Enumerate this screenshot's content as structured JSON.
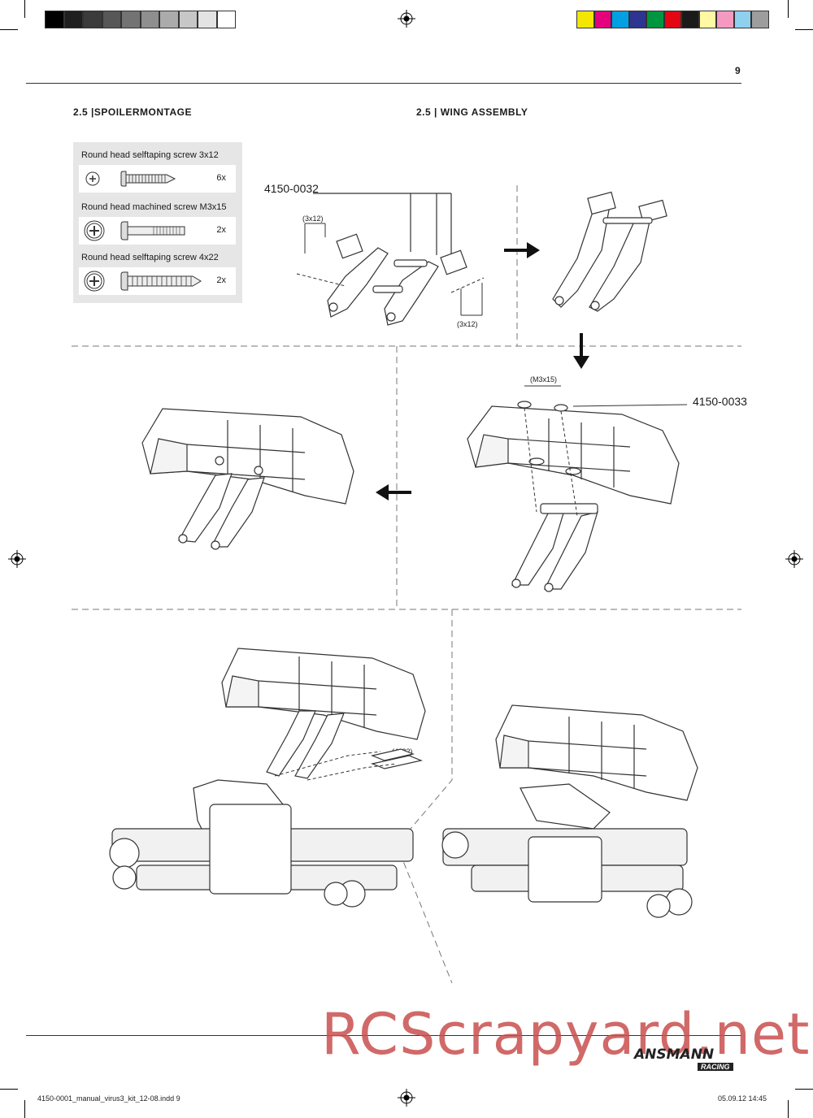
{
  "page": {
    "number": "9"
  },
  "headings": {
    "left": "2.5 |SPOILERMONTAGE",
    "right": "2.5 | WING ASSEMBLY"
  },
  "parts": [
    {
      "name": "Round head selftaping screw  3x12",
      "qty": "6x"
    },
    {
      "name": "Round head machined screw   M3x15",
      "qty": "2x"
    },
    {
      "name": "Round head selftaping screw  4x22",
      "qty": "2x"
    }
  ],
  "callouts": {
    "part_a": "4150-0032",
    "part_b": "4150-0033",
    "screw_3x12_top": "(3x12)",
    "screw_3x12_bottom": "(3x12)",
    "screw_m3x15": "(M3x15)",
    "screw_4x22": "(4x22)"
  },
  "footer": {
    "file": "4150-0001_manual_virus3_kit_12-08.indd   9",
    "date": "05.09.12   14:45",
    "watermark": "RCScrapyard.net",
    "logo": "ANSMANN",
    "logo_sub": "RACING"
  },
  "colors": {
    "swatches_gray": [
      "#000000",
      "#1f1f1f",
      "#3b3b3b",
      "#575757",
      "#737373",
      "#8f8f8f",
      "#ababab",
      "#c7c7c7",
      "#e3e3e3",
      "#ffffff"
    ],
    "swatches_color": [
      "#f3e600",
      "#e5007e",
      "#00a0e3",
      "#2d3590",
      "#00963f",
      "#e30613",
      "#1a1a1a",
      "#fff9a3",
      "#f49ac1",
      "#8fd0ef",
      "#9d9d9d"
    ],
    "watermark": "#c8504e"
  }
}
